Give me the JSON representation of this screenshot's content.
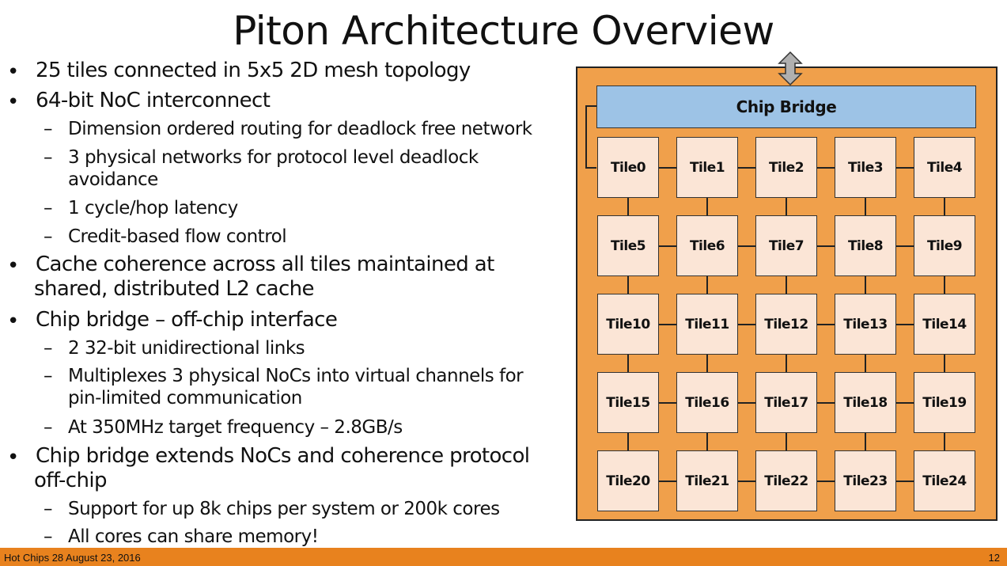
{
  "slide": {
    "title": "Piton Architecture Overview",
    "bullets": [
      {
        "level": 1,
        "text": "25 tiles connected in 5x5 2D mesh topology"
      },
      {
        "level": 1,
        "text": "64-bit NoC interconnect"
      },
      {
        "level": 2,
        "text": "Dimension ordered routing for deadlock free network"
      },
      {
        "level": 2,
        "text": "3 physical networks for protocol level deadlock",
        "cont": "avoidance"
      },
      {
        "level": 2,
        "text": "1 cycle/hop latency"
      },
      {
        "level": 2,
        "text": "Credit-based flow control"
      },
      {
        "level": 1,
        "text": "Cache coherence across all tiles maintained at",
        "cont": "shared, distributed L2 cache"
      },
      {
        "level": 1,
        "text": "Chip bridge – off-chip interface"
      },
      {
        "level": 2,
        "text": "2  32-bit unidirectional links"
      },
      {
        "level": 2,
        "text": "Multiplexes 3 physical NoCs into virtual channels for",
        "cont": "pin-limited communication"
      },
      {
        "level": 2,
        "text": "At 350MHz target frequency – 2.8GB/s"
      },
      {
        "level": 1,
        "text": "Chip bridge extends NoCs and coherence protocol",
        "cont": "off-chip"
      },
      {
        "level": 2,
        "text": "Support for up 8k chips per system or 200k cores"
      },
      {
        "level": 2,
        "text": "All cores can share memory!"
      }
    ],
    "bullet_marks": {
      "level1": "•",
      "level2": "–"
    }
  },
  "diagram": {
    "chip_bridge_label": "Chip Bridge",
    "tiles": [
      "Tile0",
      "Tile1",
      "Tile2",
      "Tile3",
      "Tile4",
      "Tile5",
      "Tile6",
      "Tile7",
      "Tile8",
      "Tile9",
      "Tile10",
      "Tile11",
      "Tile12",
      "Tile13",
      "Tile14",
      "Tile15",
      "Tile16",
      "Tile17",
      "Tile18",
      "Tile19",
      "Tile20",
      "Tile21",
      "Tile22",
      "Tile23",
      "Tile24"
    ],
    "colors": {
      "chip": "#f0a04b",
      "bridge": "#9dc3e6",
      "tile": "#fbe5d6"
    }
  },
  "footer": {
    "left": "Hot Chips 28 August 23, 2016",
    "page": "12",
    "color": "#e8821e"
  }
}
